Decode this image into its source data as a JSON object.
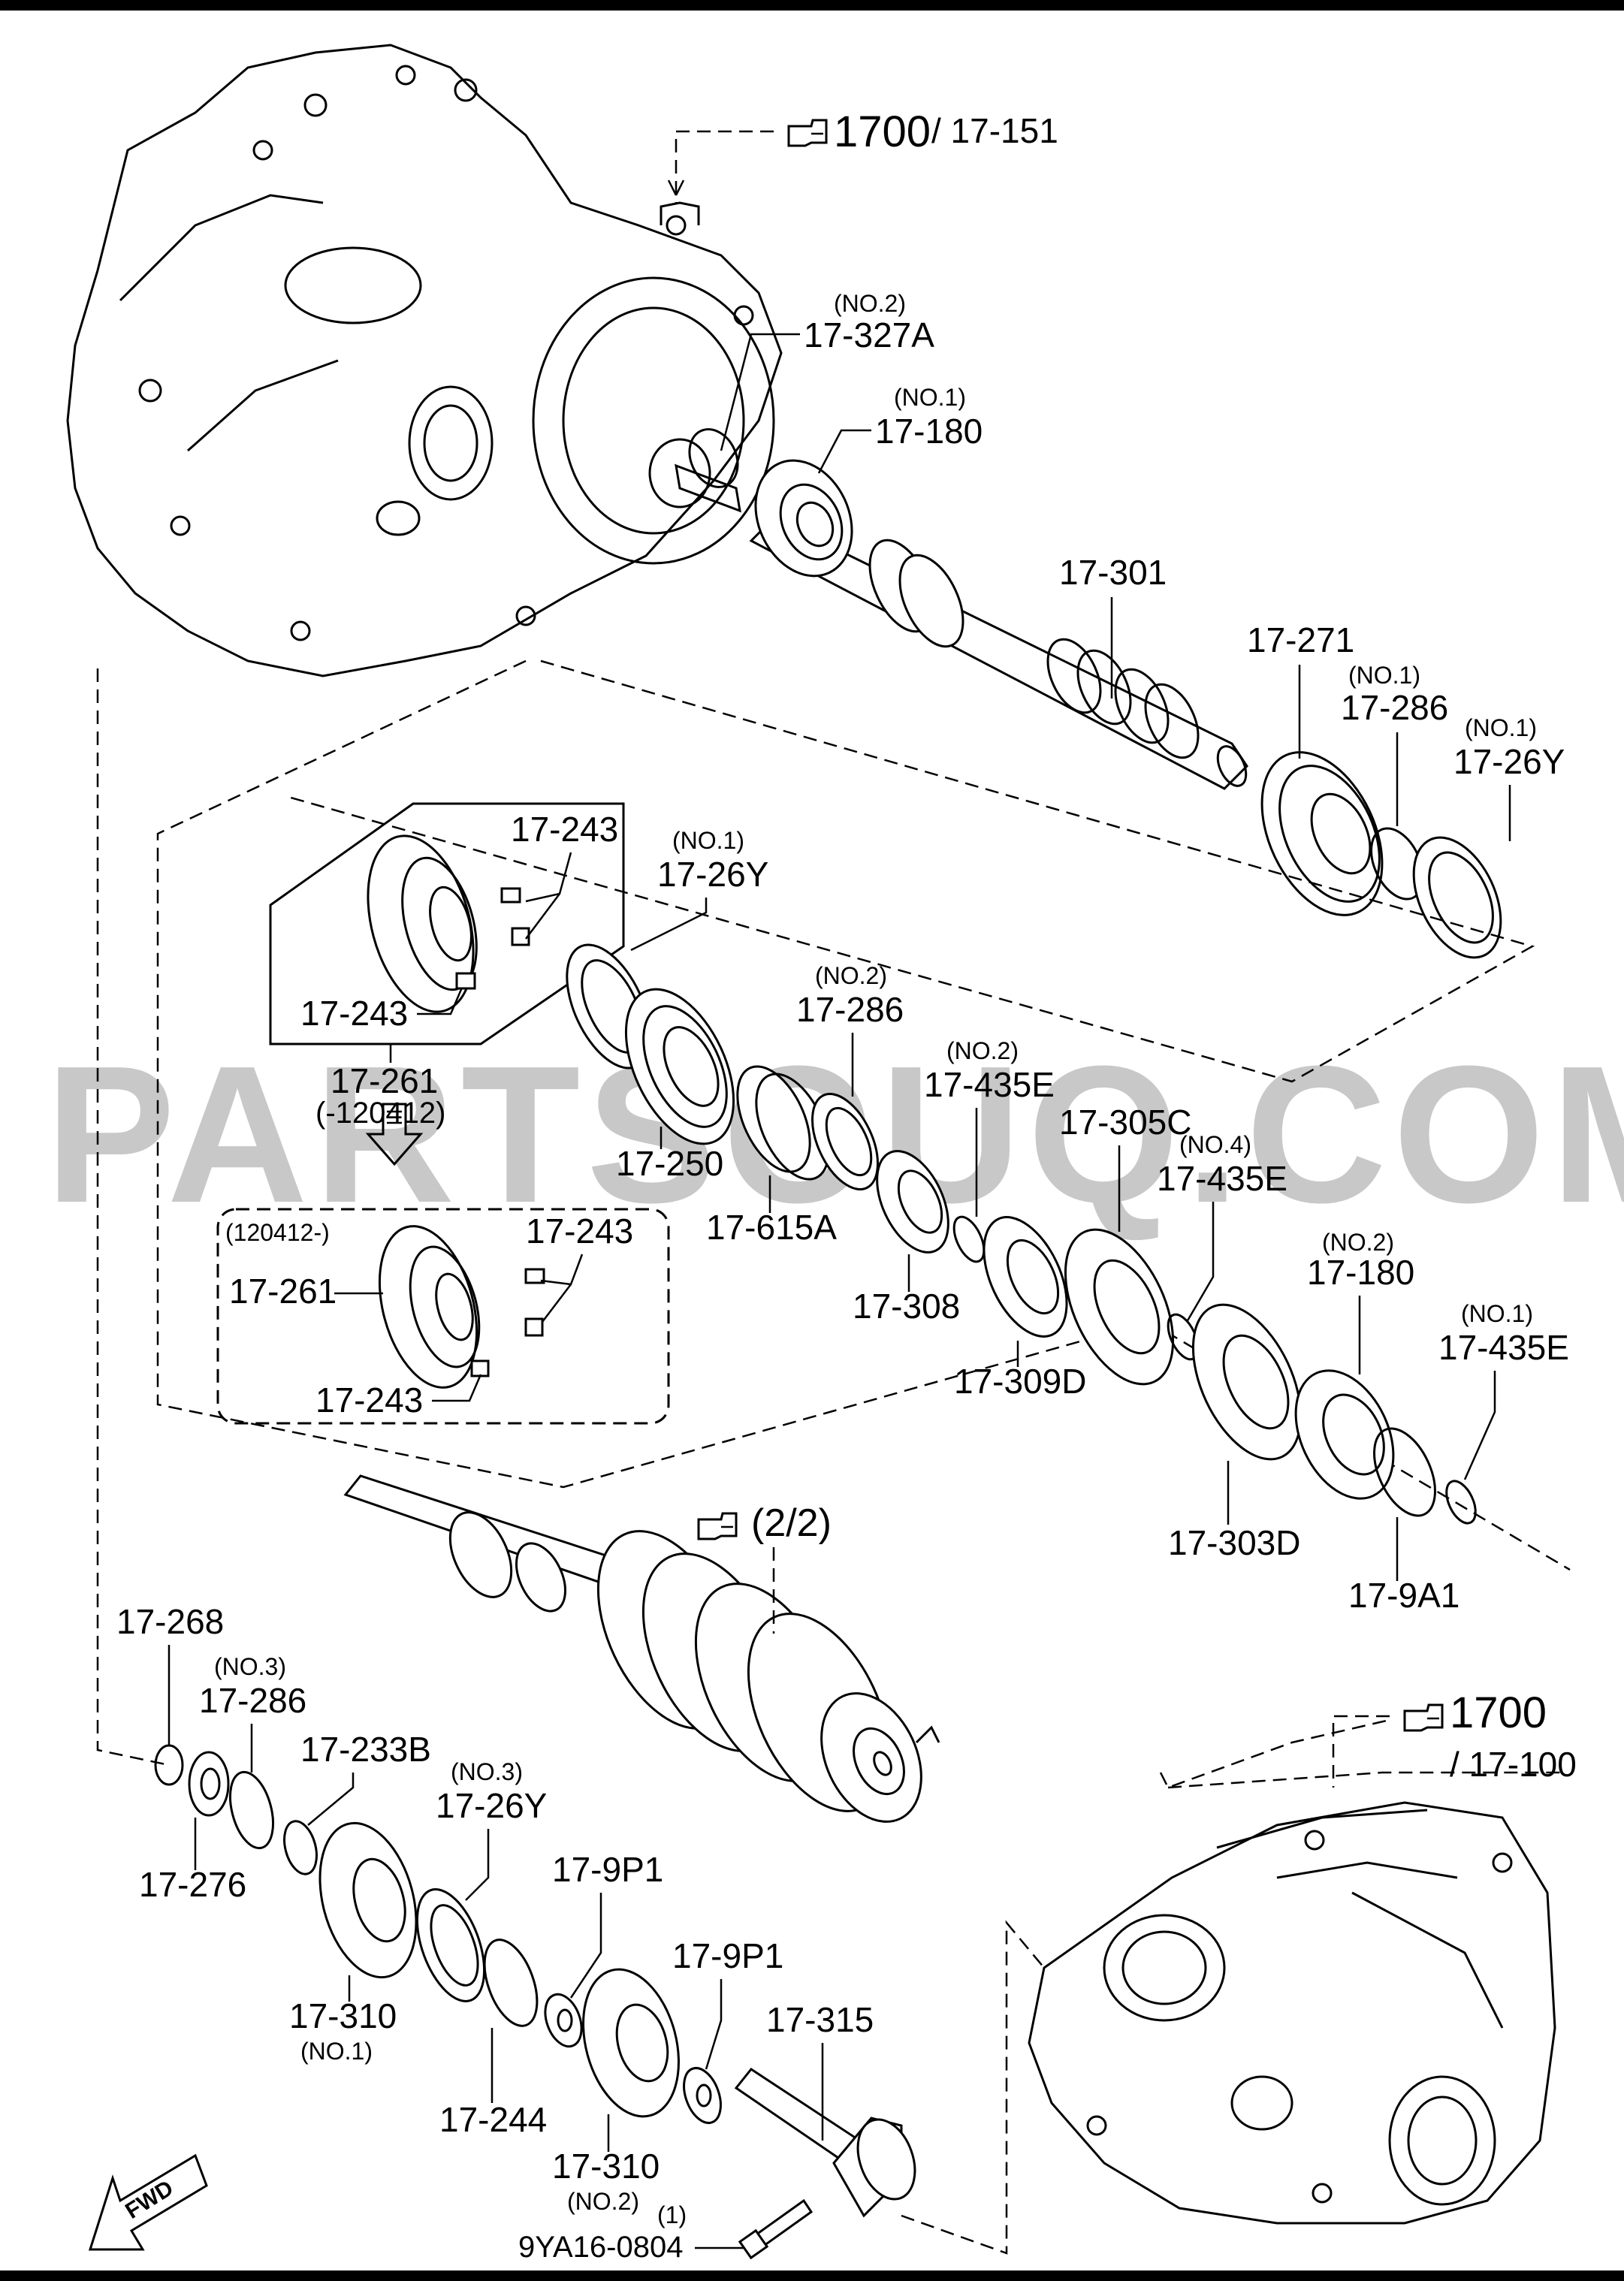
{
  "watermark": "PARTSOUQ.COM",
  "refs": {
    "top": {
      "main": "1700",
      "sub": "/ 17-151"
    },
    "right": {
      "main": "1700",
      "sub": "/ 17-100"
    },
    "middle": {
      "main": "(2/2)"
    }
  },
  "labels": {
    "l_327A_no": "(NO.2)",
    "l_327A": "17-327A",
    "l_180a_no": "(NO.1)",
    "l_180a": "17-180",
    "l_301": "17-301",
    "l_271": "17-271",
    "l_286a_no": "(NO.1)",
    "l_286a": "17-286",
    "l_26Ya_no": "(NO.1)",
    "l_26Ya": "17-26Y",
    "l_243a": "17-243",
    "l_243b": "17-243",
    "l_261a": "17-261",
    "l_261a_sub": "(-120412)",
    "l_26Yb_no": "(NO.1)",
    "l_26Yb": "17-26Y",
    "l_286b_no": "(NO.2)",
    "l_286b": "17-286",
    "l_435a_no": "(NO.2)",
    "l_435a": "17-435E",
    "l_305C": "17-305C",
    "l_435b_no": "(NO.4)",
    "l_435b": "17-435E",
    "l_250": "17-250",
    "l_615A": "17-615A",
    "l_308": "17-308",
    "l_309D": "17-309D",
    "l_180b_no": "(NO.2)",
    "l_180b": "17-180",
    "l_435c_no": "(NO.1)",
    "l_435c": "17-435E",
    "l_303D": "17-303D",
    "l_9A1": "17-9A1",
    "l_new_hdr": "(120412-)",
    "l_243c": "17-243",
    "l_261b": "17-261",
    "l_243d": "17-243",
    "l_268": "17-268",
    "l_286c_no": "(NO.3)",
    "l_286c": "17-286",
    "l_233B": "17-233B",
    "l_26Yc_no": "(NO.3)",
    "l_26Yc": "17-26Y",
    "l_276": "17-276",
    "l_9P1a": "17-9P1",
    "l_9P1b": "17-9P1",
    "l_315": "17-315",
    "l_310a": "17-310",
    "l_310a_no": "(NO.1)",
    "l_244": "17-244",
    "l_310b": "17-310",
    "l_310b_no": "(NO.2)",
    "l_bolt_qty": "(1)",
    "l_bolt": "9YA16-0804",
    "fwd": "FWD"
  },
  "icons": [
    "pointing-hand-icon",
    "fwd-arrow-icon"
  ]
}
